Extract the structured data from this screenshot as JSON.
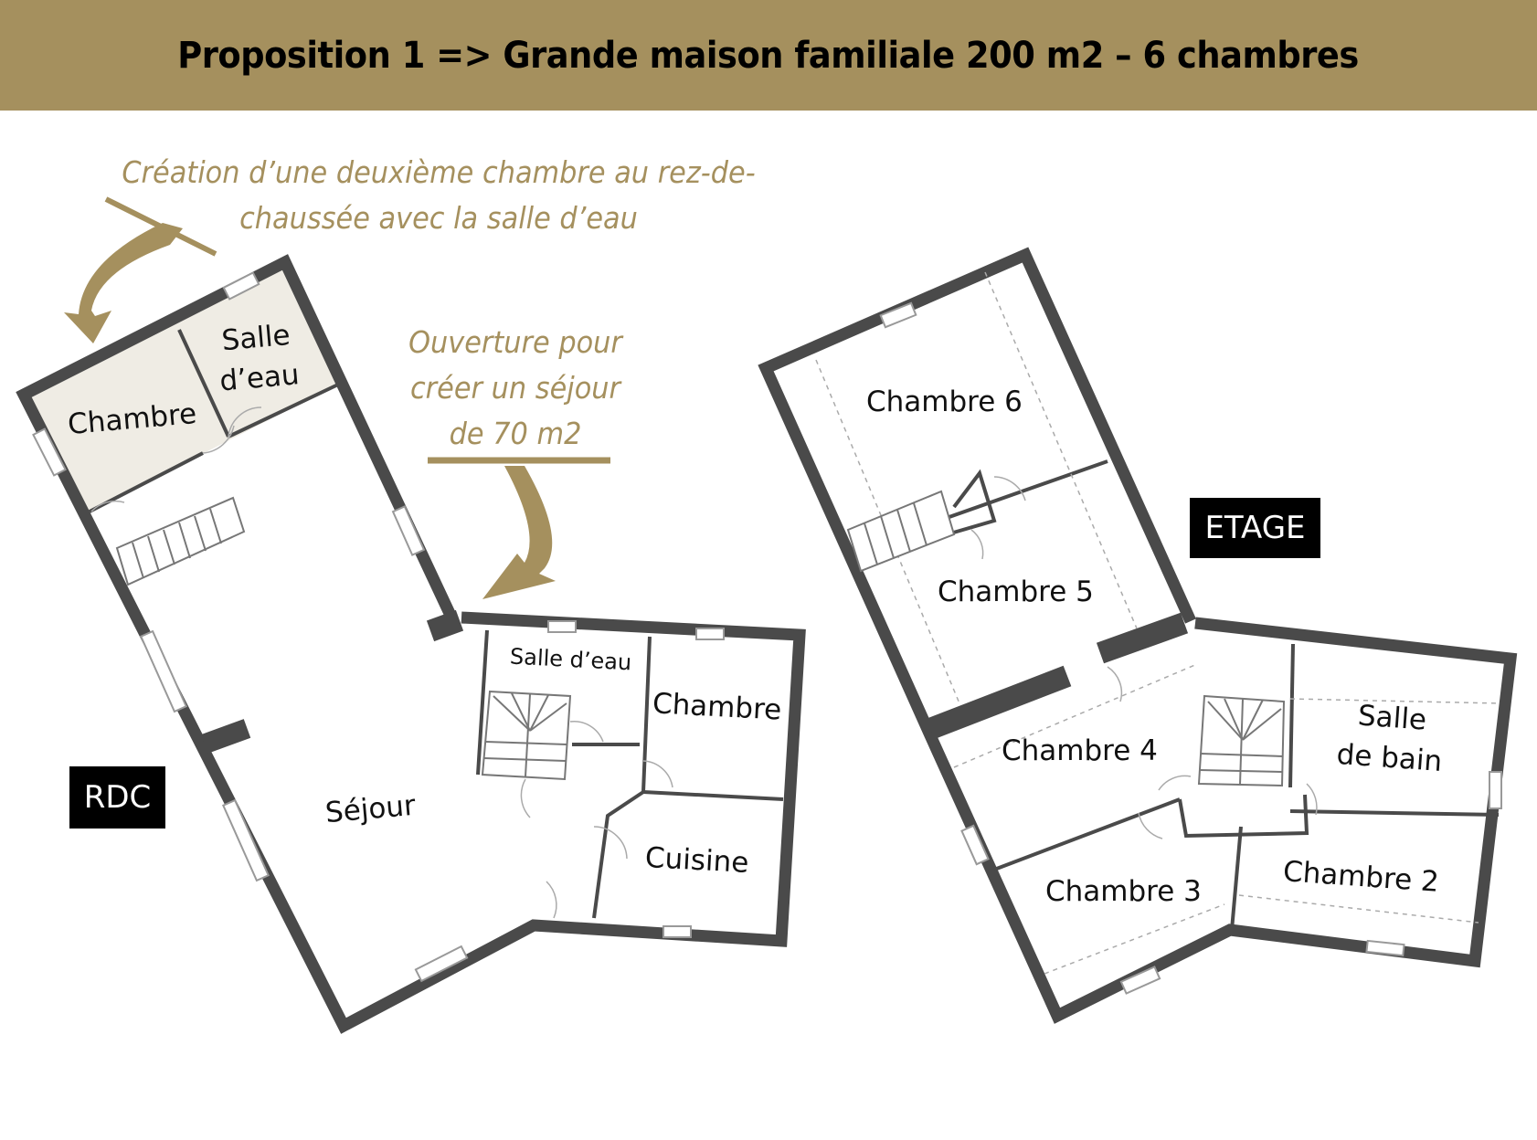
{
  "header": {
    "title": "Proposition 1 => Grande maison familiale 200 m2 – 6 chambres"
  },
  "annotations": {
    "bedroom_creation": "Création d’une deuxième chambre au rez-de-chaussée avec la salle d’eau",
    "bedroom_creation_line1": "Création d’une deuxième chambre au rez-de-",
    "bedroom_creation_line2": "chaussée avec la salle d’eau",
    "opening_line1": "Ouverture pour",
    "opening_line2": "créer un séjour",
    "opening_line3": "de 70 m2"
  },
  "levels": {
    "ground": "RDC",
    "upper": "ETAGE"
  },
  "rooms_ground": {
    "chambre": "Chambre",
    "salle_deau_top_1": "Salle",
    "salle_deau_top_2": "d’eau",
    "salle_deau_small": "Salle d’eau",
    "chambre_right": "Chambre",
    "sejour": "Séjour",
    "cuisine": "Cuisine"
  },
  "rooms_upper": {
    "chambre_6": "Chambre 6",
    "chambre_5": "Chambre 5",
    "chambre_4": "Chambre 4",
    "salle_de_bain_1": "Salle",
    "salle_de_bain_2": "de bain",
    "chambre_3": "Chambre 3",
    "chambre_2": "Chambre 2"
  },
  "colors": {
    "accent": "#a5905e",
    "wall": "#4a4a4a",
    "shaded_room": "#efece4"
  }
}
